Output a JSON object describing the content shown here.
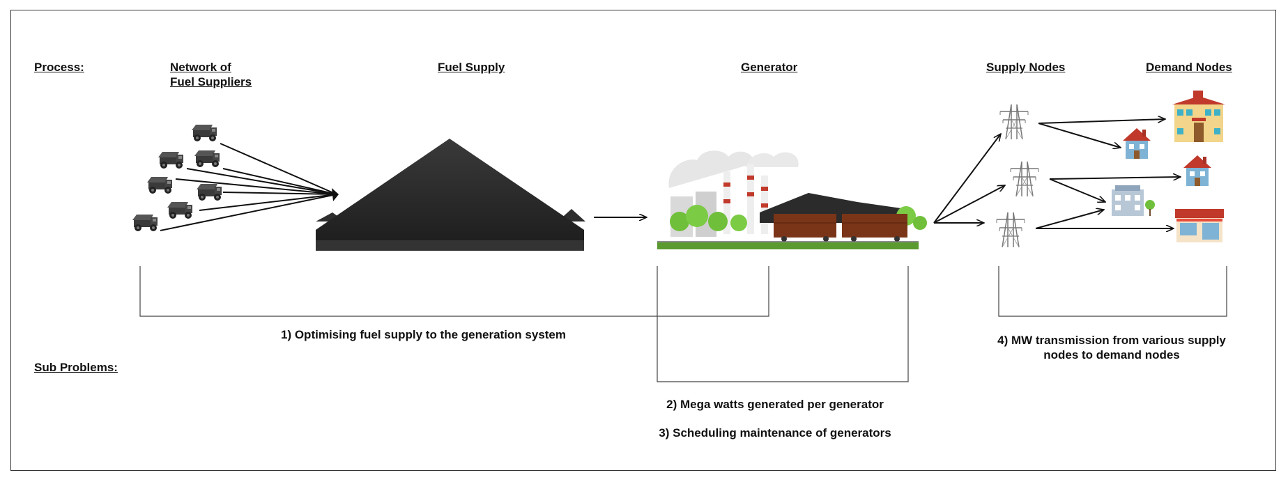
{
  "labels": {
    "process": "Process:",
    "network_line1": "Network of",
    "network_line2": "Fuel Suppliers",
    "fuel_supply": "Fuel Supply",
    "generator": "Generator",
    "supply_nodes": "Supply Nodes",
    "demand_nodes": "Demand Nodes",
    "sub_problems": "Sub  Problems:"
  },
  "sub_problems": {
    "p1": "1) Optimising fuel supply to the generation system",
    "p2": "2) Mega watts generated per generator",
    "p3": "3) Scheduling maintenance of generators",
    "p4_line1": "4) MW transmission from various supply",
    "p4_line2": "nodes to demand nodes"
  },
  "icons": {
    "trucks": "mining-truck-icon",
    "coal_pile": "coal-pile-icon",
    "power_plant": "power-plant-icon",
    "pylon": "power-pylon-icon",
    "buildings": [
      "school-building-icon",
      "house-icon",
      "house-icon",
      "office-building-icon",
      "shop-building-icon"
    ]
  },
  "colors": {
    "coal": "#2a2a2a",
    "train": "#7a3518",
    "tree": "#6fbf3a",
    "grass": "#5a9a2f",
    "building_roof": "#c0392b",
    "building_wall": "#f2d58a"
  }
}
